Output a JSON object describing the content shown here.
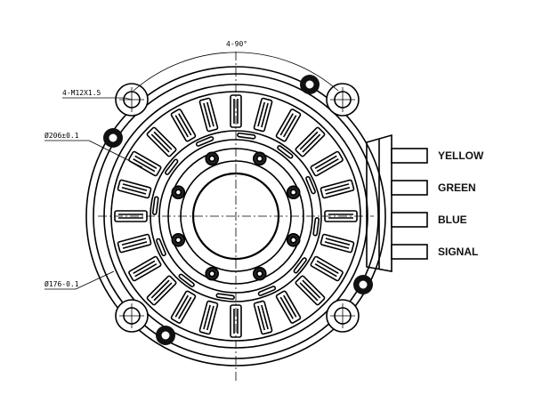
{
  "drawing": {
    "top_dimension": "4-90°",
    "bolt_callout": "4-M12X1.5",
    "diameter_206": "Ø206±0.1",
    "diameter_176": "Ø176-0.1"
  },
  "connector": {
    "wires": [
      "YELLOW",
      "GREEN",
      "BLUE",
      "SIGNAL"
    ]
  },
  "colors": {
    "line": "#000000",
    "background": "#ffffff"
  }
}
